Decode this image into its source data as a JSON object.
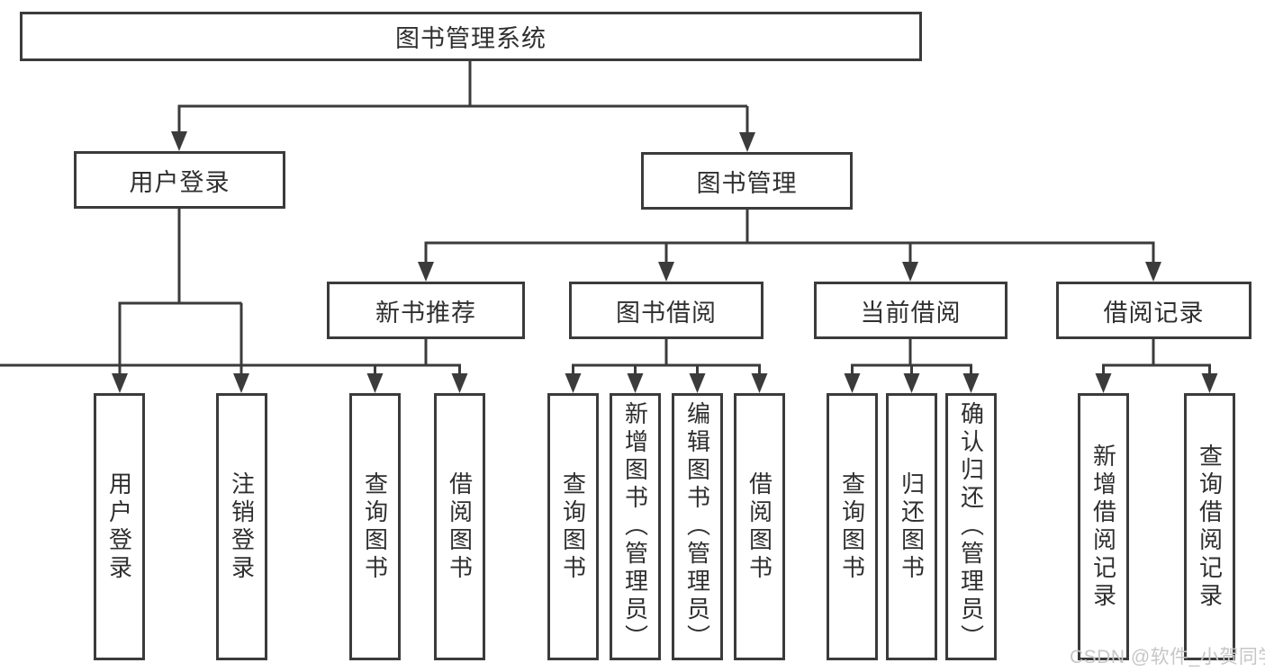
{
  "diagram": {
    "root": {
      "label": "图书管理系统"
    },
    "level2": [
      {
        "label": "用户登录"
      },
      {
        "label": "图书管理"
      }
    ],
    "level3": [
      {
        "label": "新书推荐"
      },
      {
        "label": "图书借阅"
      },
      {
        "label": "当前借阅"
      },
      {
        "label": "借阅记录"
      }
    ],
    "leaves": {
      "group1": [
        "用户登录",
        "注销登录"
      ],
      "group2": [
        "查询图书",
        "借阅图书"
      ],
      "group3": [
        "查询图书",
        "新增图书（管理员）",
        "编辑图书（管理员）",
        "借阅图书"
      ],
      "group4": [
        "查询图书",
        "归还图书",
        "确认归还（管理员）"
      ],
      "group5": [
        "新增借阅记录",
        "查询借阅记录"
      ]
    }
  },
  "watermark": "CSDN @软件_小贺同学",
  "colors": {
    "line": "#3b3b3b",
    "text": "#2f2f2f",
    "watermark": "#c6c6c6",
    "background": "#ffffff"
  }
}
